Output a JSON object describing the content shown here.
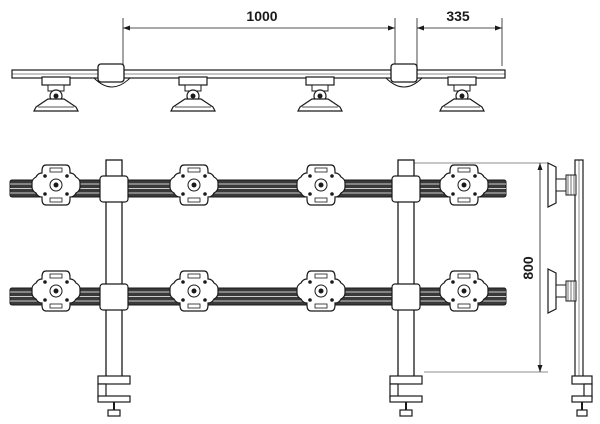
{
  "dimensions": {
    "bar_span": "1000",
    "overhang": "335",
    "height": "800"
  },
  "colors": {
    "line": "#1a1a1a",
    "bar_fill": "#3a3a3a",
    "metal": "#ffffff"
  }
}
